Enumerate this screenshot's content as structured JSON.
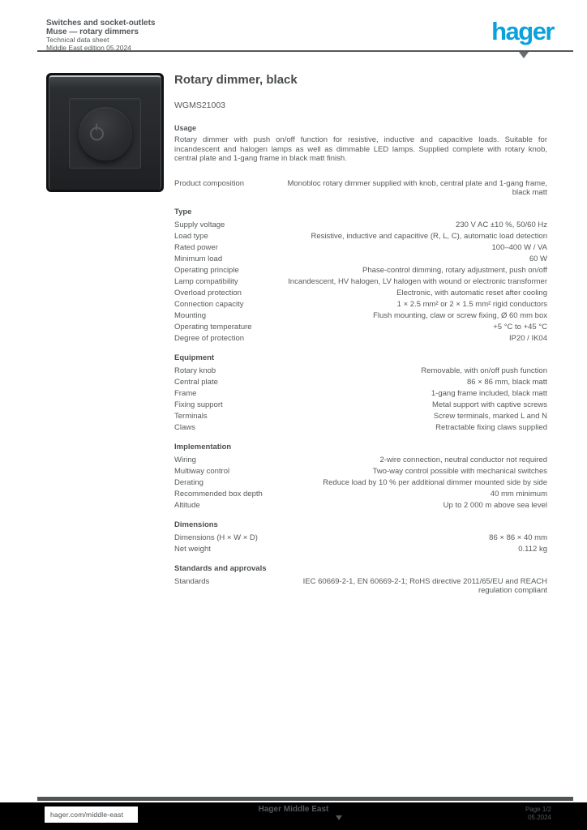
{
  "header": {
    "meta_lines": {
      "line1": "Switches and socket-outlets",
      "line2": "Muse — rotary dimmers",
      "line3": "Technical data sheet",
      "line4": "Middle East edition 05.2024"
    },
    "logo_text": "hager",
    "logo_color": "#0aa2dd"
  },
  "product": {
    "title": "Rotary dimmer, black",
    "reference": "WGMS21003"
  },
  "description": {
    "label": "Usage",
    "text": "Rotary dimmer with push on/off function for resistive, inductive and capacitive loads. Suitable for incandescent and halogen lamps as well as dimmable LED lamps. Supplied complete with rotary knob, central plate and 1-gang frame in black matt finish."
  },
  "intro_row": {
    "label": "Product composition",
    "value": "Monobloc rotary dimmer supplied with knob, central plate and 1-gang frame, black matt"
  },
  "sections": [
    {
      "title": "Type",
      "rows": [
        {
          "label": "Supply voltage",
          "value": "230 V AC ±10 %, 50/60 Hz"
        },
        {
          "label": "Load type",
          "value": "Resistive, inductive and capacitive (R, L, C), automatic load detection"
        },
        {
          "label": "Rated power",
          "value": "100–400 W / VA"
        },
        {
          "label": "Minimum load",
          "value": "60 W"
        },
        {
          "label": "Operating principle",
          "value": "Phase-control dimming, rotary adjustment, push on/off"
        },
        {
          "label": "Lamp compatibility",
          "value": "Incandescent, HV halogen, LV halogen with wound or electronic transformer"
        },
        {
          "label": "Overload protection",
          "value": "Electronic, with automatic reset after cooling"
        },
        {
          "label": "Connection capacity",
          "value": "1 × 2.5 mm² or 2 × 1.5 mm² rigid conductors"
        },
        {
          "label": "Mounting",
          "value": "Flush mounting, claw or screw fixing, Ø 60 mm box"
        },
        {
          "label": "Operating temperature",
          "value": "+5 °C to +45 °C"
        },
        {
          "label": "Degree of protection",
          "value": "IP20 / IK04"
        }
      ]
    },
    {
      "title": "Equipment",
      "rows": [
        {
          "label": "Rotary knob",
          "value": "Removable, with on/off push function"
        },
        {
          "label": "Central plate",
          "value": "86 × 86 mm, black matt"
        },
        {
          "label": "Frame",
          "value": "1-gang frame included, black matt"
        },
        {
          "label": "Fixing support",
          "value": "Metal support with captive screws"
        },
        {
          "label": "Terminals",
          "value": "Screw terminals, marked L and N"
        },
        {
          "label": "Claws",
          "value": "Retractable fixing claws supplied"
        }
      ]
    },
    {
      "title": "Implementation",
      "rows": [
        {
          "label": "Wiring",
          "value": "2-wire connection, neutral conductor not required"
        },
        {
          "label": "Multiway control",
          "value": "Two-way control possible with mechanical switches"
        },
        {
          "label": "Derating",
          "value": "Reduce load by 10 % per additional dimmer mounted side by side"
        },
        {
          "label": "Recommended box depth",
          "value": "40 mm minimum"
        },
        {
          "label": "Altitude",
          "value": "Up to 2 000 m above sea level"
        }
      ]
    },
    {
      "title": "Dimensions",
      "rows": [
        {
          "label": "Dimensions (H × W × D)",
          "value": "86 × 86 × 40 mm"
        },
        {
          "label": "Net weight",
          "value": "0.112 kg"
        }
      ]
    },
    {
      "title": "Standards and approvals",
      "rows": [
        {
          "label": "Standards",
          "value": "IEC 60669-2-1, EN 60669-2-1; RoHS directive 2011/65/EU and REACH regulation compliant"
        }
      ]
    }
  ],
  "footer": {
    "link_label": "hager.com/middle-east",
    "center_text": "Hager Middle East",
    "right_line1": "Page 1/2",
    "right_line2": "05.2024"
  }
}
